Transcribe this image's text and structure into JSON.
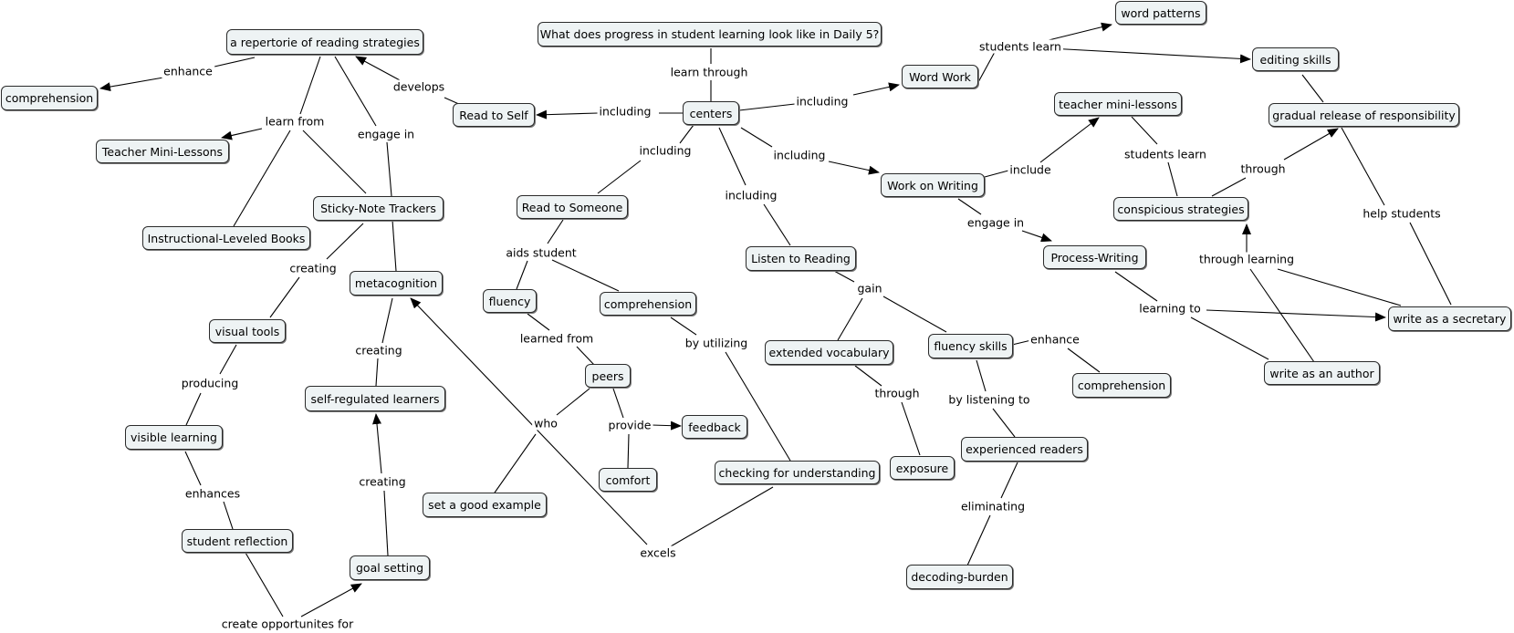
{
  "concept_map": {
    "nodes": {
      "question": "What does progress in student learning look like in Daily 5?",
      "centers": "centers",
      "read_to_self": "Read to Self",
      "word_work": "Word Work",
      "word_patterns": "word patterns",
      "editing_skills": "editing skills",
      "gradual_release": "gradual release of responsibility",
      "teacher_mini_lessons": "teacher mini-lessons",
      "work_on_writing": "Work on Writing",
      "conspicious_strategies": "conspicious strategies",
      "process_writing": "Process-Writing",
      "write_secretary": "write as a secretary",
      "write_author": "write as an author",
      "repertorie": "a repertorie of reading strategies",
      "comprehension_1": "comprehension",
      "teacher_mini_lessons_2": "Teacher Mini-Lessons",
      "instructional_books": "Instructional-Leveled Books",
      "sticky_note": "Sticky-Note Trackers",
      "metacognition": "metacognition",
      "visual_tools": "visual tools",
      "self_regulated": "self-regulated learners",
      "visible_learning": "visible learning",
      "student_reflection": "student reflection",
      "goal_setting": "goal setting",
      "read_to_someone": "Read to Someone",
      "fluency": "fluency",
      "comprehension_2": "comprehension",
      "peers": "peers",
      "feedback": "feedback",
      "comfort": "comfort",
      "set_example": "set a good example",
      "checking": "checking for understanding",
      "listen_to_reading": "Listen to Reading",
      "extended_vocab": "extended vocabulary",
      "fluency_skills": "fluency skills",
      "comprehension_3": "comprehension",
      "exposure": "exposure",
      "experienced_readers": "experienced readers",
      "decoding_burden": "decoding-burden"
    },
    "links": {
      "learn_through": "learn through",
      "including_1": "including",
      "including_2": "including",
      "including_3": "including",
      "including_4": "including",
      "including_5": "including",
      "students_learn_1": "students learn",
      "develops": "develops",
      "enhance_1": "enhance",
      "learn_from": "learn from",
      "engage_in_1": "engage in",
      "include": "include",
      "students_learn_2": "students learn",
      "through_1": "through",
      "engage_in_2": "engage in",
      "help_students": "help students",
      "through_learning": "through learning",
      "learning_to": "learning to",
      "creating_1": "creating",
      "creating_2": "creating",
      "creating_3": "creating",
      "producing": "producing",
      "enhances": "enhances",
      "create_opportunities": "create opportunites for",
      "aids_student": "aids student",
      "learned_from": "learned from",
      "by_utilizing": "by utilizing",
      "who": "who",
      "provide": "provide",
      "excels": "excels",
      "gain": "gain",
      "through_2": "through",
      "enhance_2": "enhance",
      "by_listening_to": "by listening to",
      "eliminating": "eliminating"
    }
  },
  "colors": {
    "node_fill": "#eef3f4",
    "node_border": "#2b2b2b",
    "edge": "#000000"
  }
}
